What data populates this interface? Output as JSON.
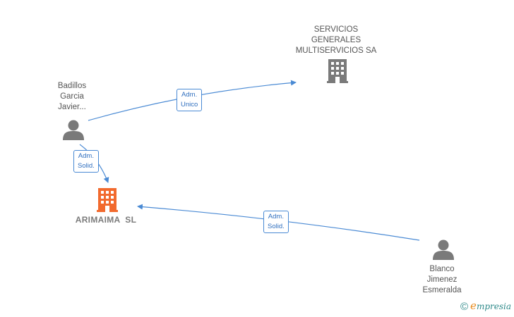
{
  "nodes": {
    "servicios": {
      "lines": [
        "SERVICIOS",
        "GENERALES",
        "MULTISERVICIOS SA"
      ],
      "type": "company",
      "color": "#7a7a7a"
    },
    "badillos": {
      "lines": [
        "Badillos",
        "Garcia",
        "Javier..."
      ],
      "type": "person",
      "color": "#7a7a7a"
    },
    "arimaima": {
      "lines": [
        "ARIMAIMA  SL"
      ],
      "type": "company",
      "color": "#f26a2e"
    },
    "blanco": {
      "lines": [
        "Blanco",
        "Jimenez",
        "Esmeralda"
      ],
      "type": "person",
      "color": "#7a7a7a"
    }
  },
  "edges": {
    "badillos_servicios": {
      "lines": [
        "Adm.",
        "Unico"
      ]
    },
    "badillos_arimaima": {
      "lines": [
        "Adm.",
        "Solid."
      ]
    },
    "blanco_arimaima": {
      "lines": [
        "Adm.",
        "Solid."
      ]
    }
  },
  "colors": {
    "edge": "#4a8ad4"
  },
  "watermark": {
    "symbol": "©",
    "brand_first": "e",
    "brand_rest": "mpresia"
  }
}
